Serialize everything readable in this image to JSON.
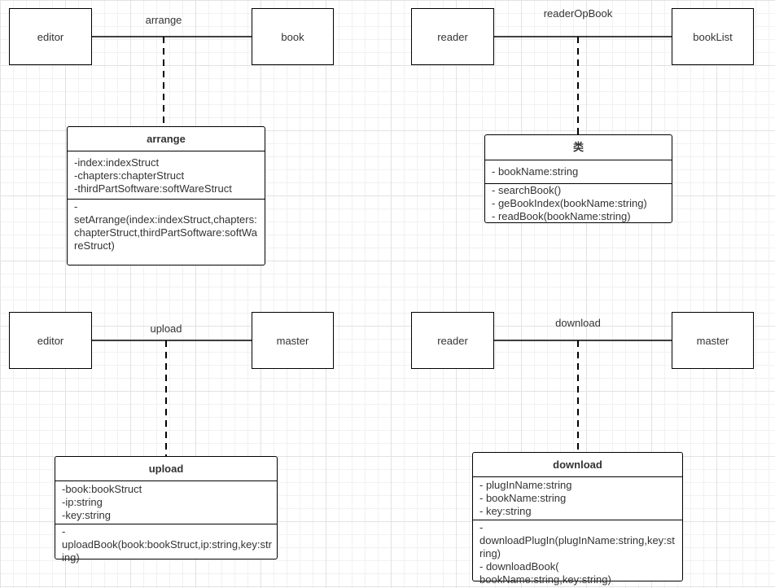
{
  "diagram": {
    "quadrant1": {
      "left_actor": "editor",
      "right_actor": "book",
      "assoc_label": "arrange",
      "class": {
        "name": "arrange",
        "attributes": [
          "-index:indexStruct",
          "-chapters:chapterStruct",
          "-thirdPartSoftware:softWareStruct"
        ],
        "operations": [
          "-",
          "setArrange(index:indexStruct,chapters:chapterStruct,thirdPartSoftware:softWareStruct)"
        ]
      }
    },
    "quadrant2": {
      "left_actor": "reader",
      "right_actor": "bookList",
      "assoc_label": "readerOpBook",
      "class": {
        "name": "类",
        "attributes": [
          "- bookName:string"
        ],
        "operations": [
          "- searchBook()",
          "- geBookIndex(bookName:string)",
          "- readBook(bookName:string)"
        ]
      }
    },
    "quadrant3": {
      "left_actor": "editor",
      "right_actor": "master",
      "assoc_label": "upload",
      "class": {
        "name": "upload",
        "attributes": [
          "-book:bookStruct",
          "-ip:string",
          "-key:string"
        ],
        "operations": [
          "-",
          "uploadBook(book:bookStruct,ip:string,key:string)"
        ]
      }
    },
    "quadrant4": {
      "left_actor": "reader",
      "right_actor": "master",
      "assoc_label": "download",
      "class": {
        "name": "download",
        "attributes": [
          "- plugInName:string",
          "- bookName:string",
          "- key:string"
        ],
        "operations": [
          "-",
          "downloadPlugIn(plugInName:string,key:string)",
          "- downloadBook(",
          "bookName:string,key:string)"
        ]
      }
    }
  }
}
